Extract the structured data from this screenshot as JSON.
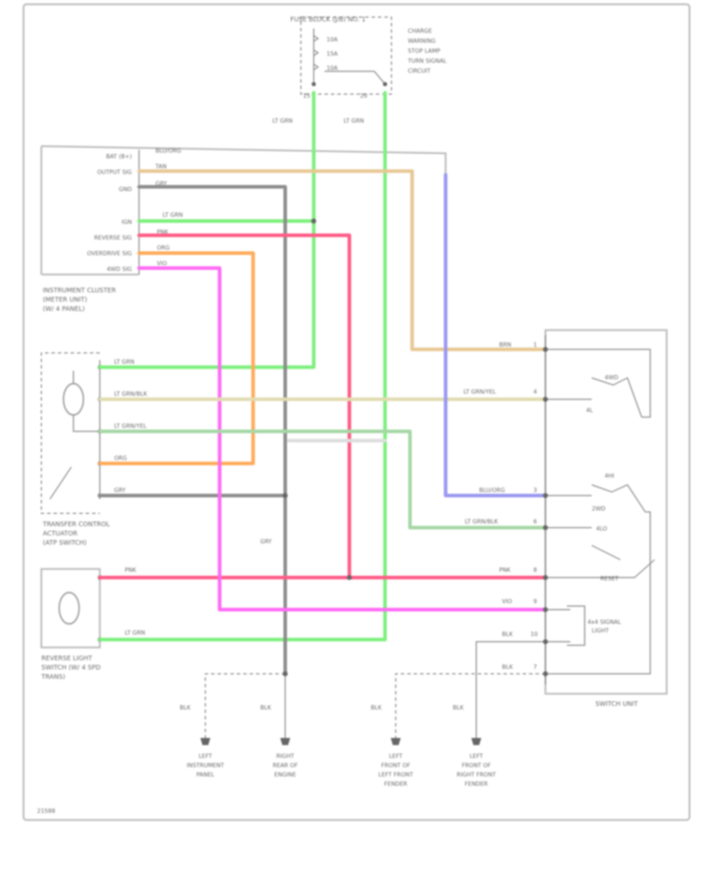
{
  "colors": {
    "lt_grn": "#7df07d",
    "pnk": "#ff5c86",
    "org": "#ffab5a",
    "tan": "#e7c894",
    "gry": "#8d8d8d",
    "blu": "#9a98f0",
    "vio": "#ff6af5",
    "ltgrn_blk": "#a6d7a6",
    "ltgrn_yel": "#e1dcb2"
  },
  "labels": {
    "fuse_top": "FUSE BLOCK (J/B) NO. 1",
    "fuse_side_1": "CHARGE",
    "fuse_side_2": "WARNING",
    "fuse_side_3": "STOP LAMP",
    "fuse_side_4": "TURN SIGNAL",
    "fuse_side_5": "CIRCUIT",
    "fuse_pin_left": "15",
    "fuse_pin_right": "20",
    "fuse_a_1": "10A",
    "fuse_a_2": "15A",
    "fuse_a_3": "10A",
    "fuse_wire_left": "LT GRN",
    "fuse_wire_right": "LT GRN",
    "cluster_pin_1": "BAT (B+)",
    "cluster_pin_2": "OUTPUT SIG",
    "cluster_pin_3": "GND",
    "cluster_pin_4": "IGN",
    "cluster_pin_5": "REVERSE SIG",
    "cluster_pin_6": "OVERDRIVE SIG",
    "cluster_pin_7": "4WD SIG",
    "cluster_w_1": "BLU/ORG",
    "cluster_w_2": "TAN",
    "cluster_w_3": "GRY",
    "cluster_w_4": "LT GRN",
    "cluster_w_5": "PNK",
    "cluster_w_6": "ORG",
    "cluster_w_7": "VIO",
    "cluster_name_1": "INSTRUMENT CLUSTER",
    "cluster_name_2": "(METER UNIT)",
    "cluster_name_3": "(W/ 4 PANEL)",
    "transfer_w_1": "LT GRN",
    "transfer_w_2": "LT GRN/BLK",
    "transfer_w_3": "LT GRN/YEL",
    "transfer_w_4": "ORG",
    "transfer_w_5": "GRY",
    "transfer_name_1": "TRANSFER CONTROL",
    "transfer_name_2": "ACTUATOR",
    "transfer_name_3": "(ATP SWITCH)",
    "reverse_w_1": "PNK",
    "reverse_w_2": "LT GRN",
    "reverse_name_1": "REVERSE LIGHT",
    "reverse_name_2": "SWITCH (W/ 4 SPD",
    "reverse_name_3": "TRANS)",
    "gry_mid": "GRY",
    "switch_w_1": "BRN",
    "switch_w_2": "LT GRN/YEL",
    "switch_w_3": "BLU/ORG",
    "switch_w_4": "LT GRN/BLK",
    "switch_w_5": "PNK",
    "switch_w_6": "VIO",
    "switch_w_7": "BLK",
    "switch_w_8": "BLK",
    "switch_pin_1": "1",
    "switch_pin_2": "4",
    "switch_pin_3": "3",
    "switch_pin_4": "6",
    "switch_pin_5": "8",
    "switch_pin_6": "9",
    "switch_pin_7": "10",
    "switch_pin_8": "7",
    "switch_inner_1": "4WD",
    "switch_inner_2": "4L",
    "switch_inner_3": "4HI",
    "switch_inner_4": "2WD",
    "switch_inner_5": "4LO",
    "switch_inner_6": "RESET",
    "switch_inner_7": "4x4 SIGNAL",
    "switch_inner_8": "LIGHT",
    "switch_name": "SWITCH UNIT",
    "g1_w": "BLK",
    "g2_w": "BLK",
    "g3_w": "BLK",
    "g4_w": "BLK",
    "g1_n1": "LEFT",
    "g1_n2": "INSTRUMENT",
    "g1_n3": "PANEL",
    "g2_n1": "RIGHT",
    "g2_n2": "REAR OF",
    "g2_n3": "ENGINE",
    "g3_n1": "LEFT",
    "g3_n2": "FRONT OF",
    "g3_n3": "LEFT FRONT",
    "g3_n4": "FENDER",
    "g4_n1": "LEFT",
    "g4_n2": "FRONT OF",
    "g4_n3": "RIGHT FRONT",
    "g4_n4": "FENDER",
    "fig_id": "21588"
  }
}
